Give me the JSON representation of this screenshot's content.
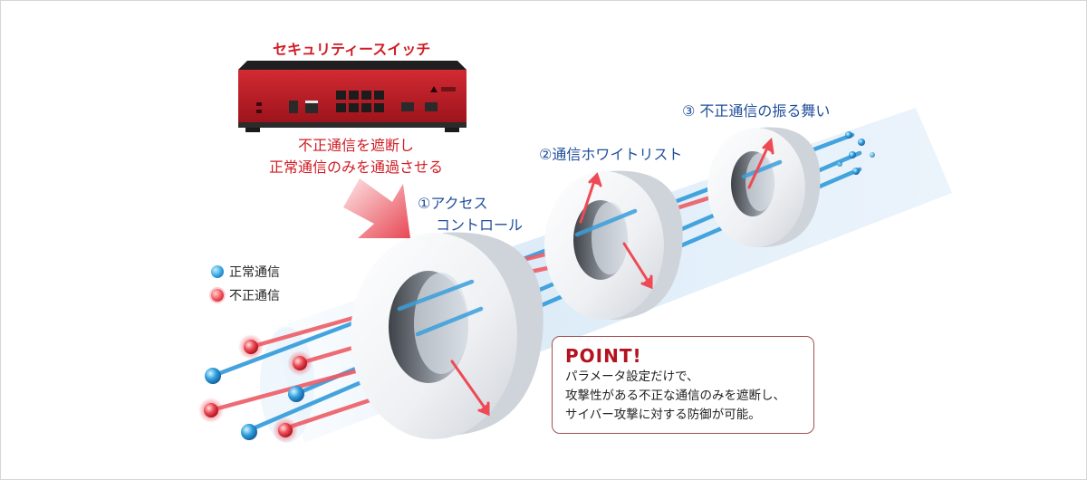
{
  "device": {
    "title": "セキュリティースイッチ",
    "description_lines": [
      "不正通信を遮断し",
      "正常通信のみを通過させる"
    ]
  },
  "stages": [
    {
      "lines": [
        "①アクセス",
        "コントロール"
      ]
    },
    {
      "lines": [
        "②通信ホワイトリスト"
      ]
    },
    {
      "lines": [
        "③ 不正通信の振る舞い"
      ]
    }
  ],
  "legend": [
    {
      "label": "正常通信",
      "color": "#2fa0de"
    },
    {
      "label": "不正通信",
      "color": "#ee4a55"
    }
  ],
  "point": {
    "title": "POINT!",
    "lines": [
      "パラメータ設定だけで、",
      "攻撃性がある不正な通信のみを遮断し、",
      "サイバー攻撃に対する防御が可能。"
    ]
  },
  "colors": {
    "normal_traffic": "#2fa0de",
    "blocked_traffic": "#ee4a55",
    "device_body": "#c21e28",
    "label_red": "#d01c24",
    "label_blue": "#1f4e9b",
    "point_border": "#a35050"
  },
  "icons": {
    "device": "security-switch-device-icon",
    "arrow": "down-arrow-icon"
  }
}
